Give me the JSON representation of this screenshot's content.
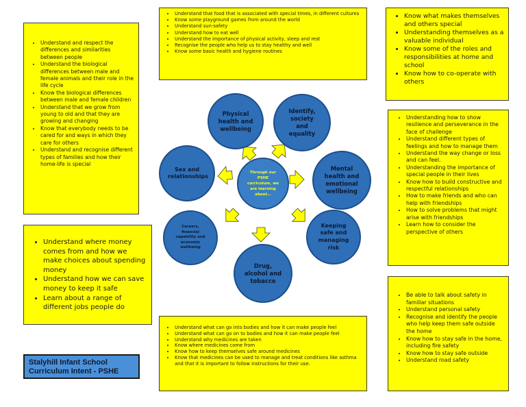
{
  "colors": {
    "box_fill": "#ffff00",
    "circle_fill": "#2e6fb7",
    "title_fill": "#4a90d9"
  },
  "boxes": {
    "top_left": [
      "Understand and respect the differences and similarities between people",
      "Understand the biological differences between male and female animals and their role in the life cycle",
      "Know the biological differences between male and female children",
      "Understand that we grow from young to old and that they are growing and changing",
      "Know that everybody needs to be cared for and ways in which they care for others",
      "Understand and recognise different types of families and how their home-life is special"
    ],
    "top_center": [
      "Understand that food that is associated with special times, in different cultures",
      "Know some playground games from around the world",
      "Understand sun-safety",
      "Understand how to eat well",
      "Understand the importance of physical activity, sleep and rest",
      "Recognise the people who help us to stay healthy and well",
      "Know some basic health and hygiene routines"
    ],
    "top_right": [
      "Know what makes themselves and others special",
      "Understanding themselves as a valuable individual",
      "Know some of the roles and responsibilities at home and school",
      "Know how to co-operate with others"
    ],
    "mid_right": [
      "Understanding how to show resilience and perseverance in the face of challenge",
      "Understand different types of feelings and how to manage them",
      "Understand the way change or loss and can feel.",
      "Understanding the importance of special people in their lives",
      "Know how to build constructive and respectful relationships",
      "How to make friends and who can help with friendships",
      "How to solve problems that might arise with friendships",
      "Learn how to consider the perspective of others"
    ],
    "mid_left": [
      "Understand where money comes from and how we make choices about spending money",
      "Understand how we can save money to keep it safe",
      "Learn about a range of different jobs people do"
    ],
    "bottom_center": [
      "Understand what can go into bodies and how it can make people feel",
      "Understand what can go on to bodies and how it can make people feel",
      "Understand why medicines are taken",
      "Know where medicines come from",
      "Know how to keep themselves safe around medicines",
      "Know that medicines can be used to manage and treat conditions like asthma and that it is important to follow instructions for their use."
    ],
    "bottom_right": [
      "Be able to talk about safety in familiar situations",
      "Understand personal safety",
      "Recognise and identify the people who help keep them safe outside the home",
      "Know how to stay safe in the home, including fire safety",
      "Know how to stay safe outside",
      "Understand road safety"
    ]
  },
  "circles": {
    "center": "Through our PSHE curriculum, we are learning about…",
    "physical": "Physical health and wellbeing",
    "identity": "Identify, society and equality",
    "mental": "Mental health and emotional wellbeing",
    "safe": "Keeping safe and managing risk",
    "drug": "Drug, alcohol and tobacco",
    "careers": "Careers, financial capability and economic wellbeing",
    "sex": "Sex and relationships"
  },
  "title": {
    "line1": "Stalyhill Infant School",
    "line2": "Curriculum Intent - PSHE"
  }
}
